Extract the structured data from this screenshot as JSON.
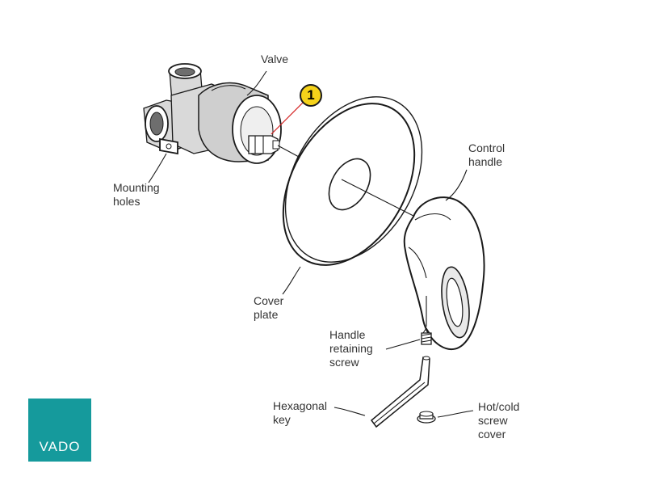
{
  "labels": {
    "valve": "Valve",
    "mounting_holes": "Mounting\nholes",
    "cover_plate": "Cover\nplate",
    "control_handle": "Control\nhandle",
    "handle_screw": "Handle\nretaining\nscrew",
    "hex_key": "Hexagonal\nkey",
    "screw_cover": "Hot/cold\nscrew\ncover"
  },
  "callout": {
    "number": "1",
    "color": "#f5d21a"
  },
  "logo": {
    "text": "VADO",
    "color": "#159a9c"
  }
}
